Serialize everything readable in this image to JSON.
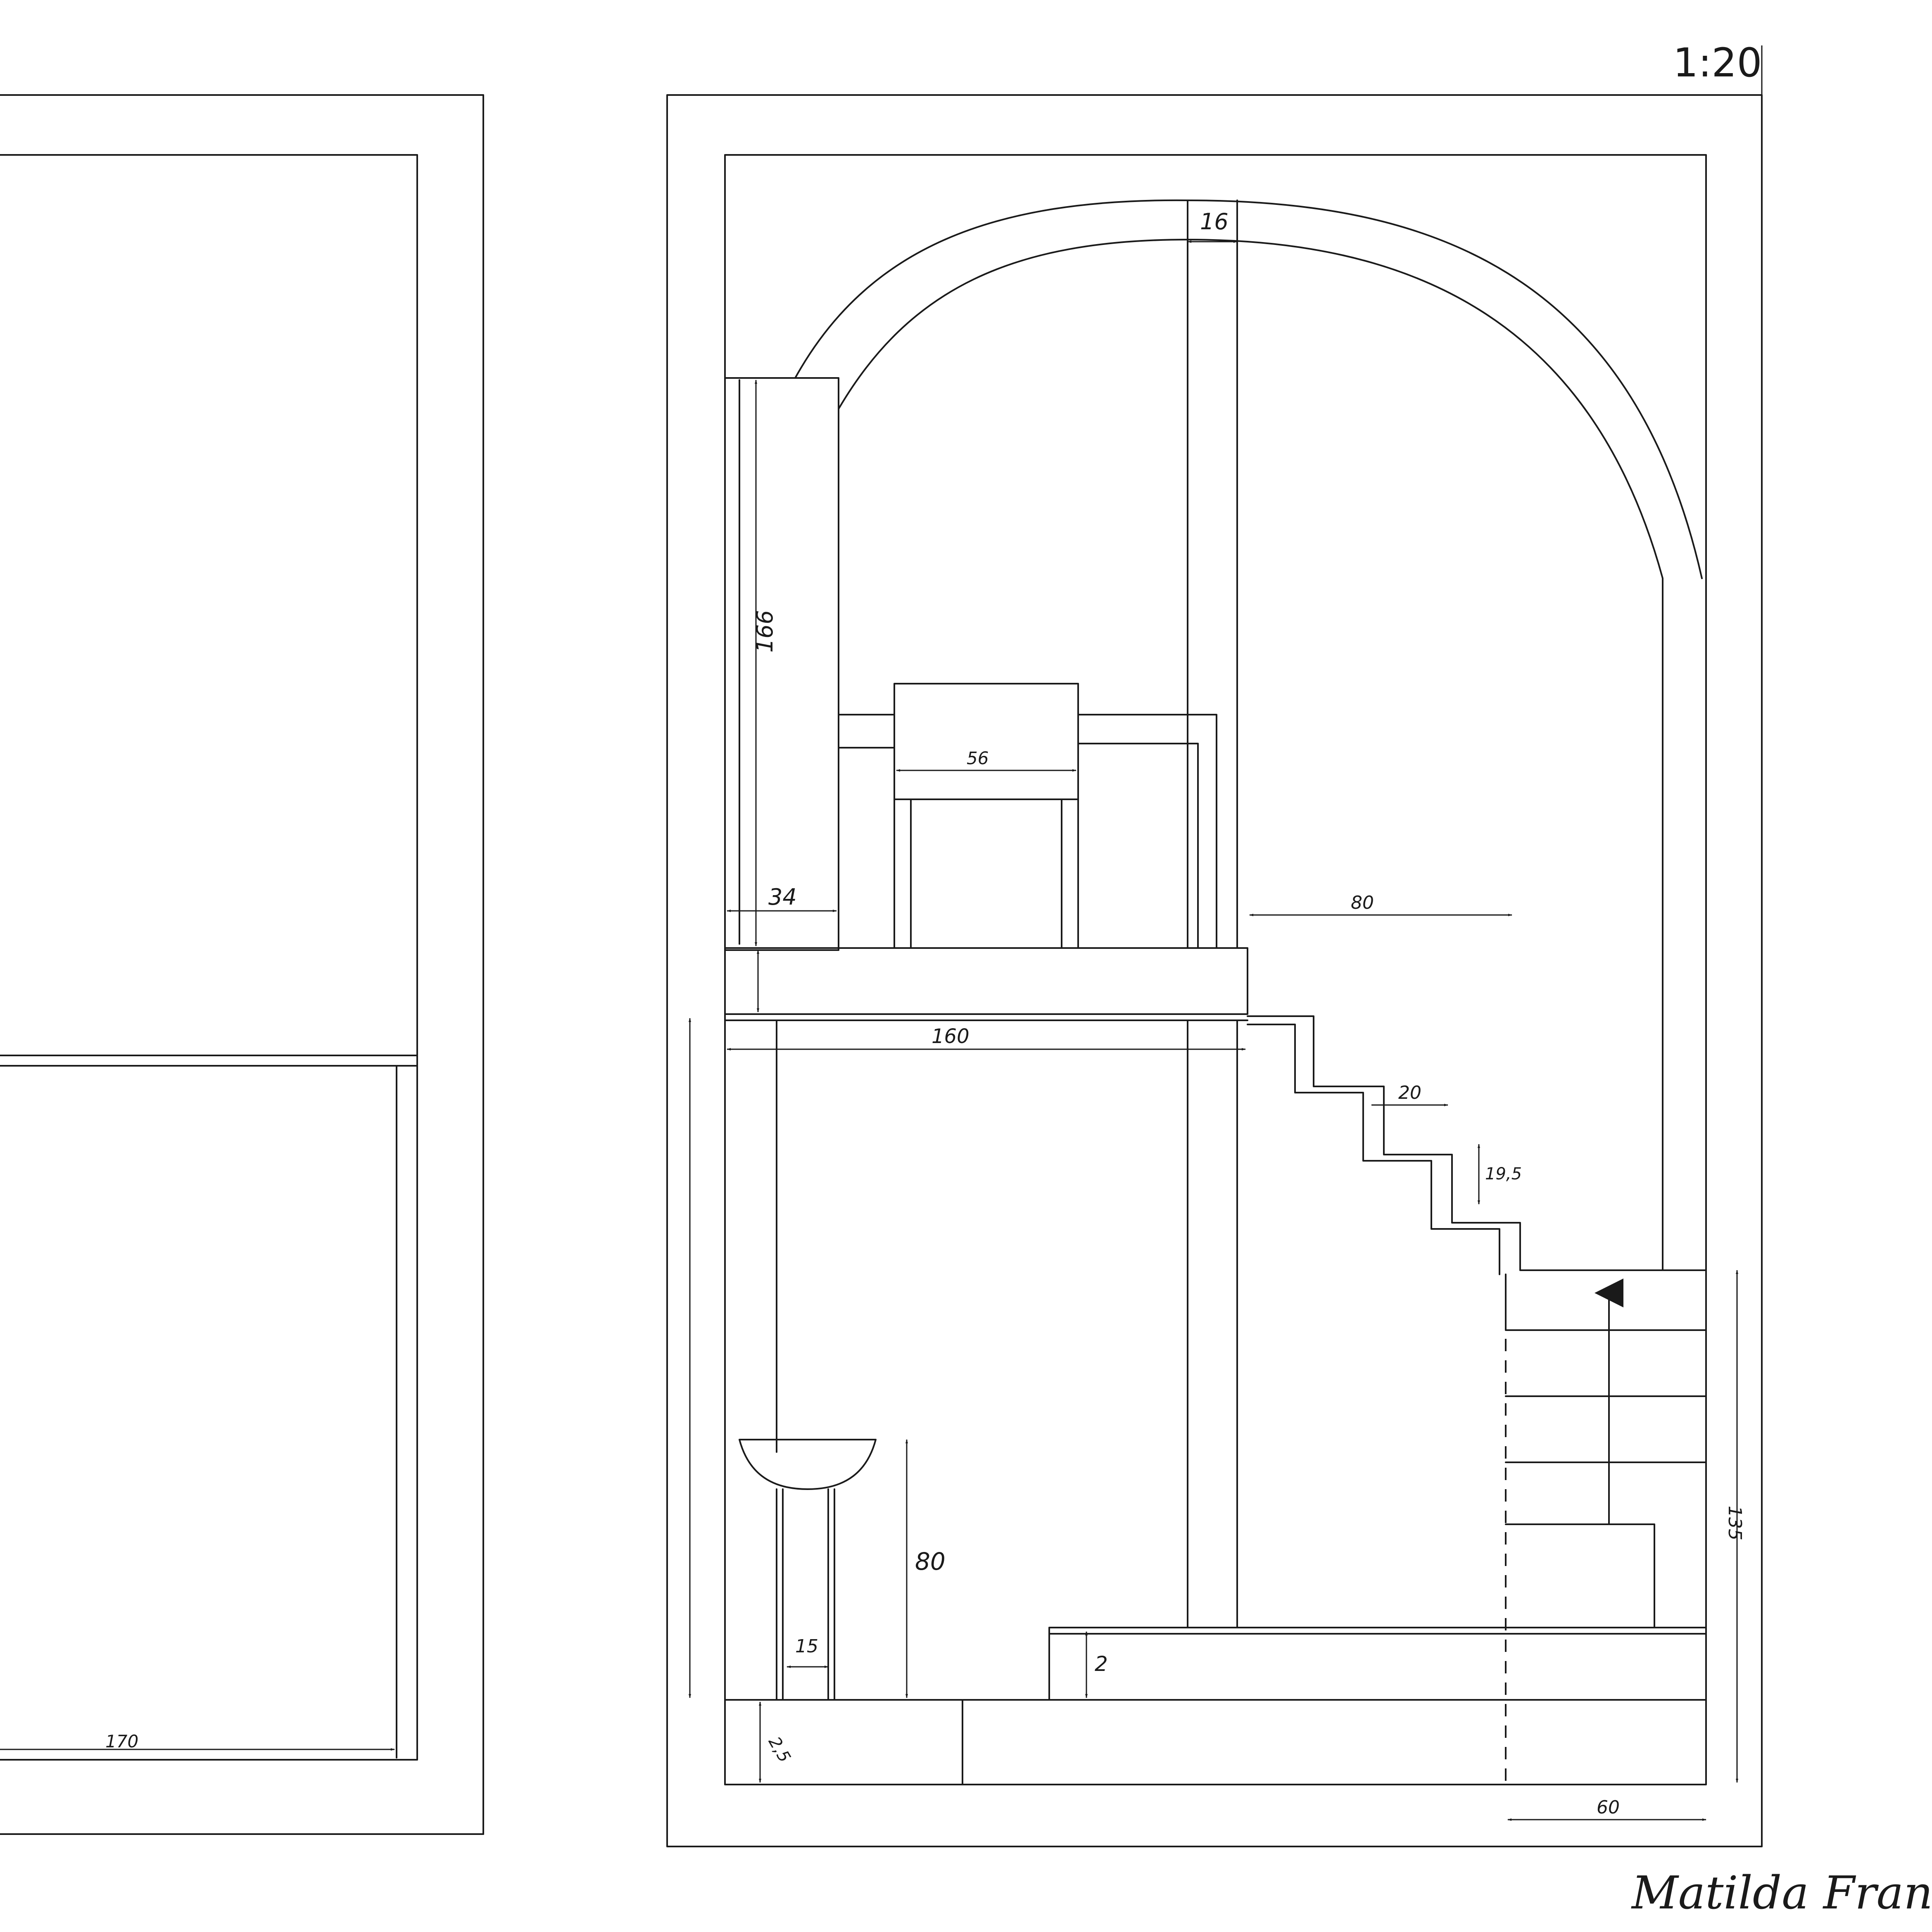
{
  "scale_label": "1:20",
  "signature": "Matilda Franzén",
  "dimensions": {
    "arch_post_width": "16",
    "shelf_height": "166",
    "chair_width": "56",
    "shelf_depth": "34",
    "clearance": "80",
    "floor_length": "160",
    "stair_tread": "20",
    "stair_riser": "19,5",
    "basin_height": "80",
    "basin_stem": "15",
    "step_height": "2",
    "plinth": "2,5",
    "stair_height": "135",
    "bottom_width": "60",
    "left_length": "170"
  }
}
